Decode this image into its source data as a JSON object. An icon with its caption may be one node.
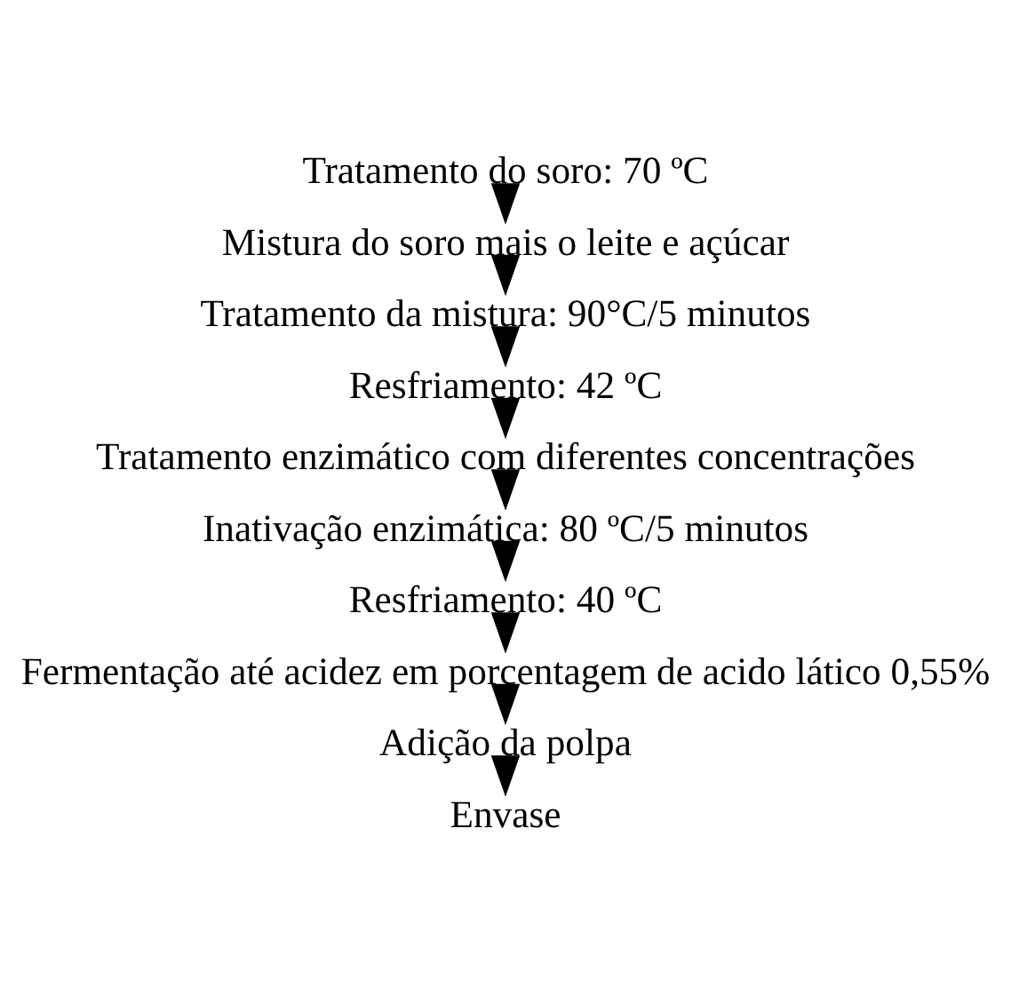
{
  "diagram": {
    "nodes": [
      {
        "text": [
          "Tratamento do soro: 70 ºC"
        ]
      },
      {
        "text": [
          "Mistura do soro mais o leite e açúcar"
        ]
      },
      {
        "text": [
          "Tratamento da mistura: 90°C/5 minutos"
        ]
      },
      {
        "text": [
          "Resfriamento: 42 ºC"
        ]
      },
      {
        "text": [
          "Tratamento enzimático com diferentes concentrações"
        ]
      },
      {
        "text": [
          "Inativação enzimática: 80 ºC/5 minutos"
        ]
      },
      {
        "text": [
          "Resfriamento: 40 ºC"
        ]
      },
      {
        "text": [
          "Fermentação até acidez em porcentagem de acido lático 0,55%"
        ]
      },
      {
        "text": [
          "Adição da polpa"
        ]
      },
      {
        "text": [
          "Envase"
        ]
      }
    ],
    "edges": [
      {
        "from": 0,
        "to": 1,
        "arrow": "to"
      },
      {
        "from": 1,
        "to": 2,
        "arrow": "to"
      },
      {
        "from": 2,
        "to": 3,
        "arrow": "to"
      },
      {
        "from": 3,
        "to": 4,
        "arrow": "to"
      },
      {
        "from": 4,
        "to": 5,
        "arrow": "to"
      },
      {
        "from": 5,
        "to": 6,
        "arrow": "to"
      },
      {
        "from": 6,
        "to": 7,
        "arrow": "to"
      },
      {
        "from": 7,
        "to": 8,
        "arrow": "to"
      },
      {
        "from": 8,
        "to": 9,
        "arrow": "to"
      }
    ]
  }
}
